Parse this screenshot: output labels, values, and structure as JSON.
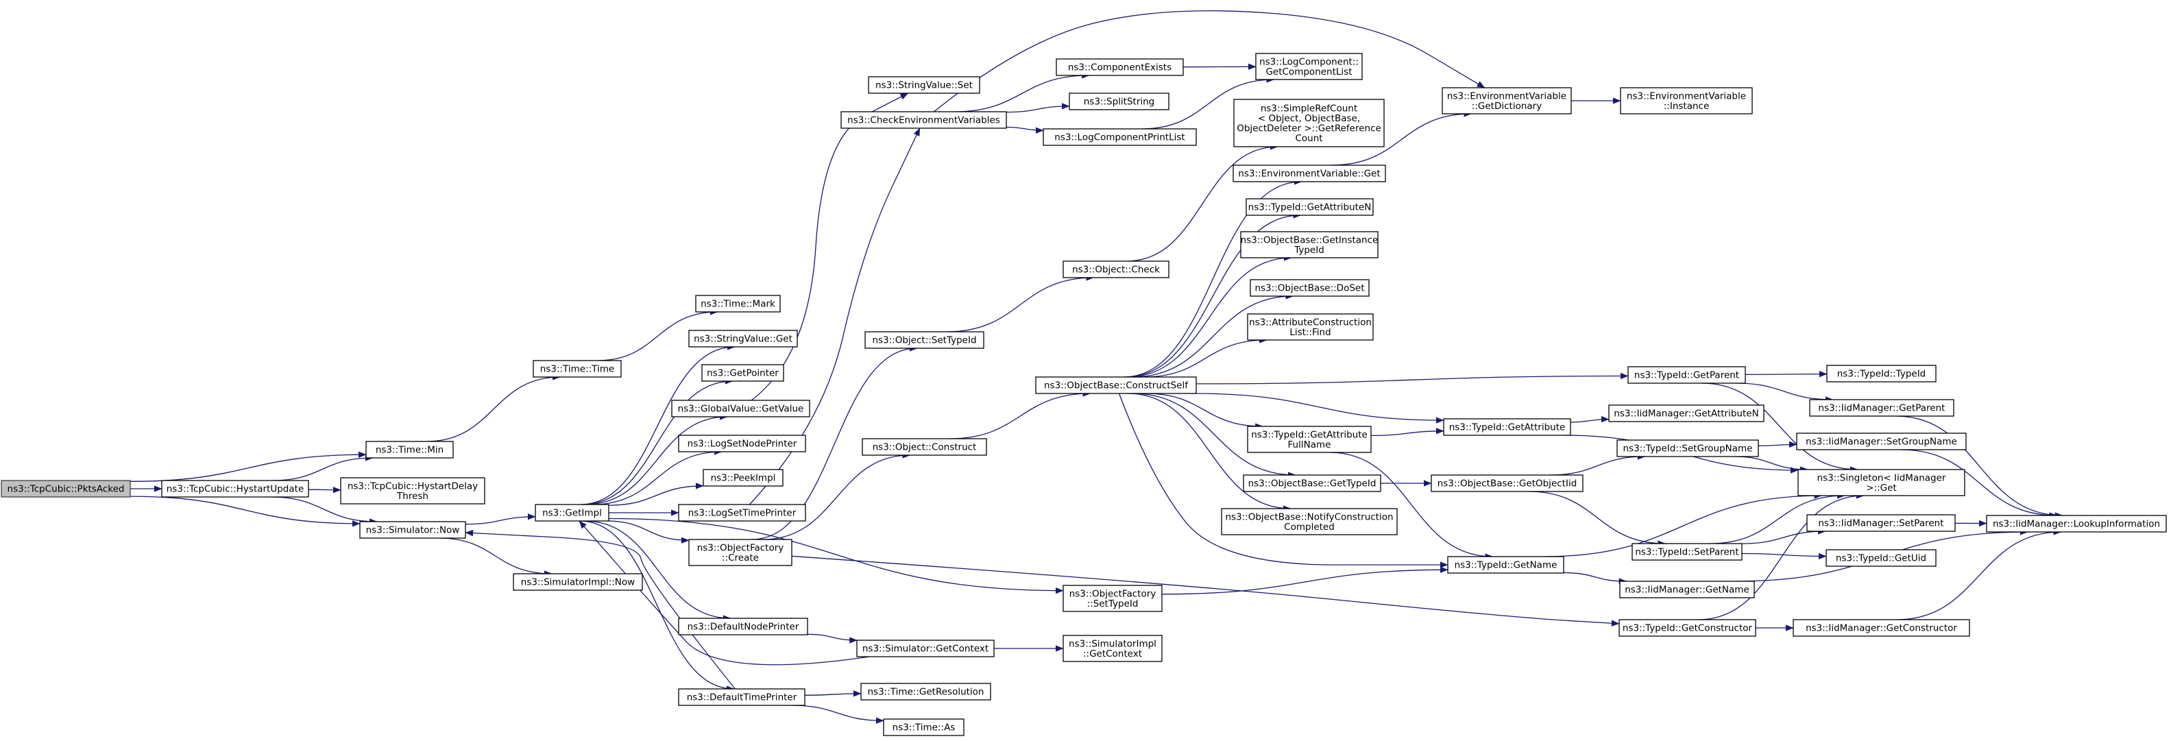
{
  "graph": {
    "root": "pkts_acked",
    "nodes": [
      {
        "id": "pkts_acked",
        "lines": [
          "ns3::TcpCubic::PktsAcked"
        ]
      },
      {
        "id": "time_min",
        "lines": [
          "ns3::Time::Min"
        ]
      },
      {
        "id": "hystart_update",
        "lines": [
          "ns3::TcpCubic::HystartUpdate"
        ]
      },
      {
        "id": "hystart_delay",
        "lines": [
          "ns3::TcpCubic::HystartDelay",
          "Thresh"
        ]
      },
      {
        "id": "sim_now",
        "lines": [
          "ns3::Simulator::Now"
        ]
      },
      {
        "id": "simimpl_now",
        "lines": [
          "ns3::SimulatorImpl::Now"
        ]
      },
      {
        "id": "time_time",
        "lines": [
          "ns3::Time::Time"
        ]
      },
      {
        "id": "get_impl",
        "lines": [
          "ns3::GetImpl"
        ]
      },
      {
        "id": "time_mark",
        "lines": [
          "ns3::Time::Mark"
        ]
      },
      {
        "id": "stringvalue_get",
        "lines": [
          "ns3::StringValue::Get"
        ]
      },
      {
        "id": "get_pointer",
        "lines": [
          "ns3::GetPointer"
        ]
      },
      {
        "id": "globalvalue_getvalue",
        "lines": [
          "ns3::GlobalValue::GetValue"
        ]
      },
      {
        "id": "log_set_node_printer",
        "lines": [
          "ns3::LogSetNodePrinter"
        ]
      },
      {
        "id": "peek_impl",
        "lines": [
          "ns3::PeekImpl"
        ]
      },
      {
        "id": "log_set_time_printer",
        "lines": [
          "ns3::LogSetTimePrinter"
        ]
      },
      {
        "id": "objectfactory_create",
        "lines": [
          "ns3::ObjectFactory",
          "::Create"
        ]
      },
      {
        "id": "default_node_printer",
        "lines": [
          "ns3::DefaultNodePrinter"
        ]
      },
      {
        "id": "default_time_printer",
        "lines": [
          "ns3::DefaultTimePrinter"
        ]
      },
      {
        "id": "stringvalue_set",
        "lines": [
          "ns3::StringValue::Set"
        ]
      },
      {
        "id": "check_env_vars",
        "lines": [
          "ns3::CheckEnvironmentVariables"
        ]
      },
      {
        "id": "object_settypeid",
        "lines": [
          "ns3::Object::SetTypeId"
        ]
      },
      {
        "id": "object_construct",
        "lines": [
          "ns3::Object::Construct"
        ]
      },
      {
        "id": "sim_getcontext",
        "lines": [
          "ns3::Simulator::GetContext"
        ]
      },
      {
        "id": "time_getresolution",
        "lines": [
          "ns3::Time::GetResolution"
        ]
      },
      {
        "id": "time_as",
        "lines": [
          "ns3::Time::As"
        ]
      },
      {
        "id": "component_exists",
        "lines": [
          "ns3::ComponentExists"
        ]
      },
      {
        "id": "split_string",
        "lines": [
          "ns3::SplitString"
        ]
      },
      {
        "id": "log_component_print_list",
        "lines": [
          "ns3::LogComponentPrintList"
        ]
      },
      {
        "id": "object_check",
        "lines": [
          "ns3::Object::Check"
        ]
      },
      {
        "id": "objectbase_constructself",
        "lines": [
          "ns3::ObjectBase::ConstructSelf"
        ]
      },
      {
        "id": "objectfactory_settypeid",
        "lines": [
          "ns3::ObjectFactory",
          "::SetTypeId"
        ]
      },
      {
        "id": "simimpl_getcontext",
        "lines": [
          "ns3::SimulatorImpl",
          "::GetContext"
        ]
      },
      {
        "id": "logcomponent_getlist",
        "lines": [
          "ns3::LogComponent::",
          "GetComponentList"
        ]
      },
      {
        "id": "simplerefcount_getref",
        "lines": [
          "ns3::SimpleRefCount",
          "< Object, ObjectBase,",
          "ObjectDeleter >::GetReference",
          "Count"
        ]
      },
      {
        "id": "envvar_get",
        "lines": [
          "ns3::EnvironmentVariable::Get"
        ]
      },
      {
        "id": "typeid_getattributen",
        "lines": [
          "ns3::TypeId::GetAttributeN"
        ]
      },
      {
        "id": "objectbase_getinstancetypeid",
        "lines": [
          "ns3::ObjectBase::GetInstance",
          "TypeId"
        ]
      },
      {
        "id": "objectbase_doset",
        "lines": [
          "ns3::ObjectBase::DoSet"
        ]
      },
      {
        "id": "attrconstructionlist_find",
        "lines": [
          "ns3::AttributeConstruction",
          "List::Find"
        ]
      },
      {
        "id": "typeid_getattributefullname",
        "lines": [
          "ns3::TypeId::GetAttribute",
          "FullName"
        ]
      },
      {
        "id": "objectbase_gettypeid",
        "lines": [
          "ns3::ObjectBase::GetTypeId"
        ]
      },
      {
        "id": "objectbase_notifyconstruction",
        "lines": [
          "ns3::ObjectBase::NotifyConstruction",
          "Completed"
        ]
      },
      {
        "id": "envvar_getdictionary",
        "lines": [
          "ns3::EnvironmentVariable",
          "::GetDictionary"
        ]
      },
      {
        "id": "envvar_instance",
        "lines": [
          "ns3::EnvironmentVariable",
          "::Instance"
        ]
      },
      {
        "id": "typeid_getattribute",
        "lines": [
          "ns3::TypeId::GetAttribute"
        ]
      },
      {
        "id": "objectbase_getobjectiid",
        "lines": [
          "ns3::ObjectBase::GetObjectIid"
        ]
      },
      {
        "id": "typeid_getname",
        "lines": [
          "ns3::TypeId::GetName"
        ]
      },
      {
        "id": "typeid_getparent",
        "lines": [
          "ns3::TypeId::GetParent"
        ]
      },
      {
        "id": "iidmanager_getattributen",
        "lines": [
          "ns3::IidManager::GetAttributeN"
        ]
      },
      {
        "id": "typeid_setgroupname",
        "lines": [
          "ns3::TypeId::SetGroupName"
        ]
      },
      {
        "id": "typeid_setparent",
        "lines": [
          "ns3::TypeId::SetParent"
        ]
      },
      {
        "id": "iidmanager_getname",
        "lines": [
          "ns3::IidManager::GetName"
        ]
      },
      {
        "id": "typeid_getconstructor",
        "lines": [
          "ns3::TypeId::GetConstructor"
        ]
      },
      {
        "id": "typeid_typeid",
        "lines": [
          "ns3::TypeId::TypeId"
        ]
      },
      {
        "id": "iidmanager_getparent",
        "lines": [
          "ns3::IidManager::GetParent"
        ]
      },
      {
        "id": "iidmanager_setgroupname",
        "lines": [
          "ns3::IidManager::SetGroupName"
        ]
      },
      {
        "id": "singleton_get",
        "lines": [
          "ns3::Singleton< IidManager",
          ">::Get"
        ]
      },
      {
        "id": "iidmanager_setparent",
        "lines": [
          "ns3::IidManager::SetParent"
        ]
      },
      {
        "id": "typeid_getuid",
        "lines": [
          "ns3::TypeId::GetUid"
        ]
      },
      {
        "id": "iidmanager_getconstructor",
        "lines": [
          "ns3::IidManager::GetConstructor"
        ]
      },
      {
        "id": "iidmanager_lookupinformation",
        "lines": [
          "ns3::IidManager::LookupInformation"
        ]
      }
    ],
    "edges": [
      [
        "pkts_acked",
        "time_min"
      ],
      [
        "pkts_acked",
        "hystart_update"
      ],
      [
        "pkts_acked",
        "sim_now"
      ],
      [
        "hystart_update",
        "time_min"
      ],
      [
        "hystart_update",
        "hystart_delay"
      ],
      [
        "hystart_update",
        "sim_now"
      ],
      [
        "time_min",
        "time_time"
      ],
      [
        "sim_now",
        "get_impl"
      ],
      [
        "sim_now",
        "simimpl_now"
      ],
      [
        "time_time",
        "time_mark"
      ],
      [
        "get_impl",
        "stringvalue_get"
      ],
      [
        "get_impl",
        "get_pointer"
      ],
      [
        "get_impl",
        "globalvalue_getvalue"
      ],
      [
        "get_impl",
        "log_set_node_printer"
      ],
      [
        "get_impl",
        "peek_impl"
      ],
      [
        "get_impl",
        "log_set_time_printer"
      ],
      [
        "get_impl",
        "objectfactory_create"
      ],
      [
        "get_impl",
        "objectfactory_settypeid"
      ],
      [
        "get_impl",
        "default_node_printer"
      ],
      [
        "get_impl",
        "default_time_printer"
      ],
      [
        "globalvalue_getvalue",
        "stringvalue_set"
      ],
      [
        "log_set_time_printer",
        "check_env_vars"
      ],
      [
        "objectfactory_create",
        "object_settypeid"
      ],
      [
        "objectfactory_create",
        "object_construct"
      ],
      [
        "objectfactory_create",
        "typeid_getconstructor"
      ],
      [
        "default_node_printer",
        "sim_getcontext"
      ],
      [
        "default_time_printer",
        "time_getresolution"
      ],
      [
        "default_time_printer",
        "time_as"
      ],
      [
        "default_time_printer",
        "sim_now"
      ],
      [
        "sim_getcontext",
        "get_impl"
      ],
      [
        "sim_getcontext",
        "simimpl_getcontext"
      ],
      [
        "check_env_vars",
        "component_exists"
      ],
      [
        "check_env_vars",
        "split_string"
      ],
      [
        "check_env_vars",
        "log_component_print_list"
      ],
      [
        "check_env_vars",
        "envvar_getdictionary"
      ],
      [
        "component_exists",
        "logcomponent_getlist"
      ],
      [
        "log_component_print_list",
        "logcomponent_getlist"
      ],
      [
        "object_settypeid",
        "object_check"
      ],
      [
        "object_check",
        "simplerefcount_getref"
      ],
      [
        "object_construct",
        "objectbase_constructself"
      ],
      [
        "objectfactory_settypeid",
        "typeid_getname"
      ],
      [
        "objectbase_constructself",
        "envvar_get"
      ],
      [
        "objectbase_constructself",
        "typeid_getattributen"
      ],
      [
        "objectbase_constructself",
        "objectbase_getinstancetypeid"
      ],
      [
        "objectbase_constructself",
        "objectbase_doset"
      ],
      [
        "objectbase_constructself",
        "attrconstructionlist_find"
      ],
      [
        "objectbase_constructself",
        "typeid_getparent"
      ],
      [
        "objectbase_constructself",
        "typeid_getattribute"
      ],
      [
        "objectbase_constructself",
        "typeid_getattributefullname"
      ],
      [
        "objectbase_constructself",
        "objectbase_gettypeid"
      ],
      [
        "objectbase_constructself",
        "objectbase_notifyconstruction"
      ],
      [
        "objectbase_constructself",
        "typeid_getname"
      ],
      [
        "envvar_get",
        "envvar_getdictionary"
      ],
      [
        "envvar_getdictionary",
        "envvar_instance"
      ],
      [
        "typeid_getattributefullname",
        "typeid_getattribute"
      ],
      [
        "typeid_getattributefullname",
        "typeid_getname"
      ],
      [
        "objectbase_gettypeid",
        "objectbase_getobjectiid"
      ],
      [
        "typeid_getattribute",
        "iidmanager_getattributen"
      ],
      [
        "typeid_getattribute",
        "singleton_get"
      ],
      [
        "objectbase_getobjectiid",
        "typeid_setgroupname"
      ],
      [
        "objectbase_getobjectiid",
        "typeid_setparent"
      ],
      [
        "typeid_getname",
        "singleton_get"
      ],
      [
        "typeid_getname",
        "iidmanager_getname"
      ],
      [
        "typeid_getparent",
        "typeid_typeid"
      ],
      [
        "typeid_getparent",
        "iidmanager_getparent"
      ],
      [
        "typeid_getparent",
        "singleton_get"
      ],
      [
        "typeid_setgroupname",
        "iidmanager_setgroupname"
      ],
      [
        "typeid_setgroupname",
        "singleton_get"
      ],
      [
        "typeid_setparent",
        "singleton_get"
      ],
      [
        "typeid_setparent",
        "iidmanager_setparent"
      ],
      [
        "typeid_setparent",
        "typeid_getuid"
      ],
      [
        "typeid_getconstructor",
        "singleton_get"
      ],
      [
        "typeid_getconstructor",
        "iidmanager_getconstructor"
      ],
      [
        "iidmanager_getparent",
        "iidmanager_lookupinformation"
      ],
      [
        "iidmanager_setgroupname",
        "iidmanager_lookupinformation"
      ],
      [
        "iidmanager_setparent",
        "iidmanager_lookupinformation"
      ],
      [
        "iidmanager_getname",
        "iidmanager_lookupinformation"
      ],
      [
        "iidmanager_getconstructor",
        "iidmanager_lookupinformation"
      ]
    ],
    "colors": {
      "edge": "#191970",
      "node_border": "#000000",
      "node_fill": "#ffffff",
      "root_fill": "#bfbfbf",
      "root_border": "#404040",
      "text": "#000000"
    }
  }
}
